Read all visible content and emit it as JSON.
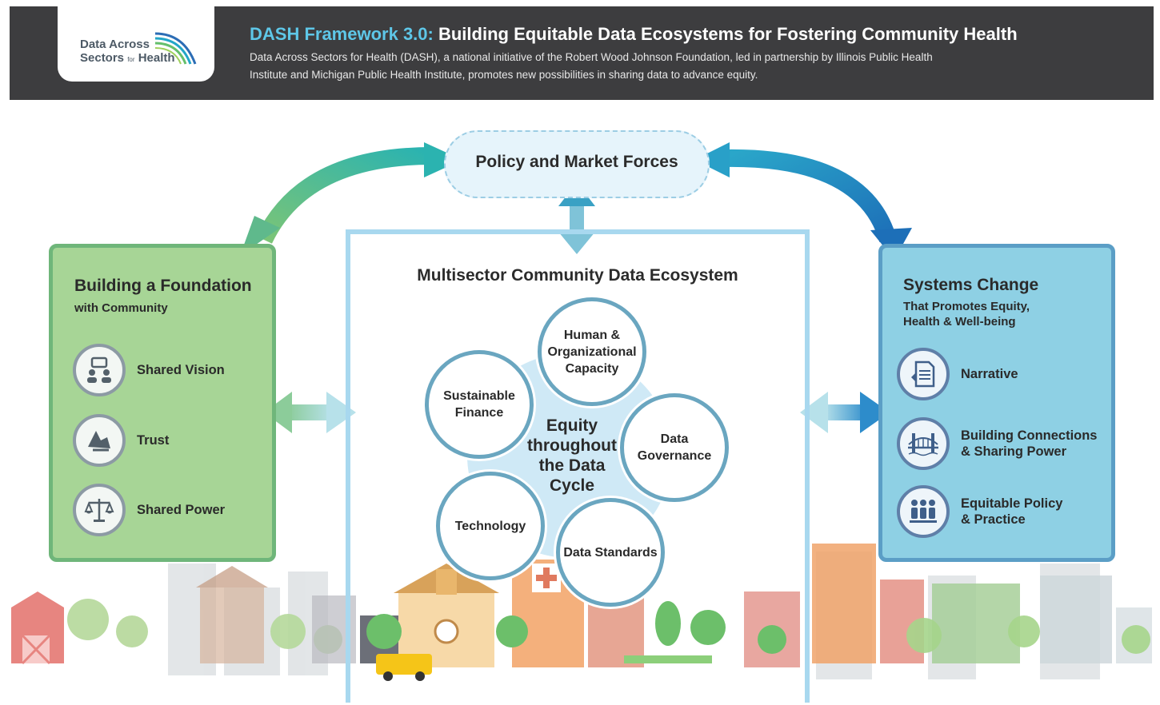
{
  "header": {
    "logo_line1": "Data Across",
    "logo_line2_a": "Sectors",
    "logo_line2_small": "for",
    "logo_line2_b": "Health",
    "title_accent": "DASH Framework 3.0:",
    "title_rest": " Building Equitable Data Ecosystems for Fostering Community Health",
    "description": "Data Across Sectors for Health (DASH), a national initiative of the Robert Wood Johnson Foundation, led in partnership by Illinois Public Health Institute and Michigan Public Health Institute, promotes new possibilities in sharing data to advance equity."
  },
  "policy": {
    "label": "Policy and Market Forces"
  },
  "left": {
    "title": "Building a Foundation",
    "subtitle": "with Community",
    "items": [
      {
        "label": "Shared Vision",
        "icon": "shared-vision-icon"
      },
      {
        "label": "Trust",
        "icon": "handshake-icon"
      },
      {
        "label": "Shared Power",
        "icon": "scales-icon"
      }
    ]
  },
  "center": {
    "title": "Multisector Community Data Ecosystem",
    "hub": "Equity throughout the Data Cycle",
    "cycle": [
      {
        "label": "Human & Organizational Capacity"
      },
      {
        "label": "Data Governance"
      },
      {
        "label": "Data Standards"
      },
      {
        "label": "Technology"
      },
      {
        "label": "Sustainable Finance"
      }
    ]
  },
  "right": {
    "title": "Systems Change",
    "subtitle": "That Promotes Equity, Health & Well-being",
    "items": [
      {
        "label": "Narrative",
        "icon": "document-icon"
      },
      {
        "label": "Building Connections & Sharing Power",
        "icon": "bridge-icon"
      },
      {
        "label": "Equitable Policy & Practice",
        "icon": "people-icon"
      }
    ]
  },
  "colors": {
    "header_bg": "#3d3d3f",
    "title_accent": "#5ec7e8",
    "left_panel": "#a7d596",
    "right_panel": "#8ed0e4",
    "center_border": "#a8d8ef",
    "arrow_green": "#5fb98c",
    "arrow_blue": "#1f7fc0"
  }
}
